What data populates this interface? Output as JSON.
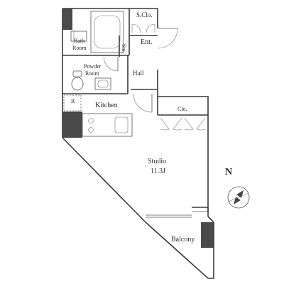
{
  "labels": {
    "storage_closet": "S.Clo.",
    "storage": "Sto.",
    "entrance": "Ent.",
    "bath_room_line1": "Bath",
    "bath_room_line2": "Room",
    "powder_room_line1": "Powder",
    "powder_room_line2": "Room",
    "hall": "Hall",
    "refrigerator": "R",
    "kitchen": "Kitchen",
    "closet": "Clo.",
    "studio": "Studio",
    "studio_area": "11.3J",
    "balcony": "Balcony",
    "north": "N"
  },
  "icons": {
    "compass": "compass-rose-icon",
    "toilet": "toilet-icon",
    "sink": "sink-icon",
    "stove": "stove-icon",
    "bathtub": "bathtub-icon"
  }
}
